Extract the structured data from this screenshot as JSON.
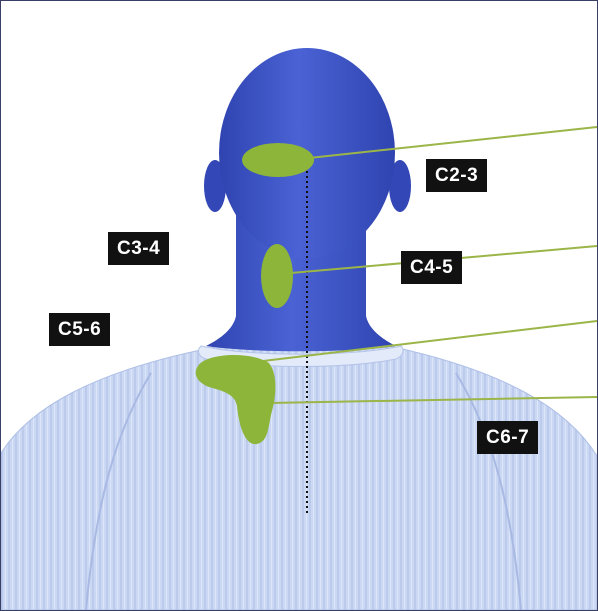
{
  "labels": {
    "c23": "C2-3",
    "c34": "C3-4",
    "c45": "C4-5",
    "c56": "C5-6",
    "c67": "C6-7"
  },
  "colors": {
    "skin": "#3f55c4",
    "sweater": "#c9d6f2",
    "pain_zone": "#8db53a",
    "leader_line": "#9bb548",
    "label_bg": "#111111",
    "label_text": "#ffffff",
    "frame": "#3a3f66"
  },
  "icons": {
    "figure": "head-and-upper-back-rear-view"
  }
}
